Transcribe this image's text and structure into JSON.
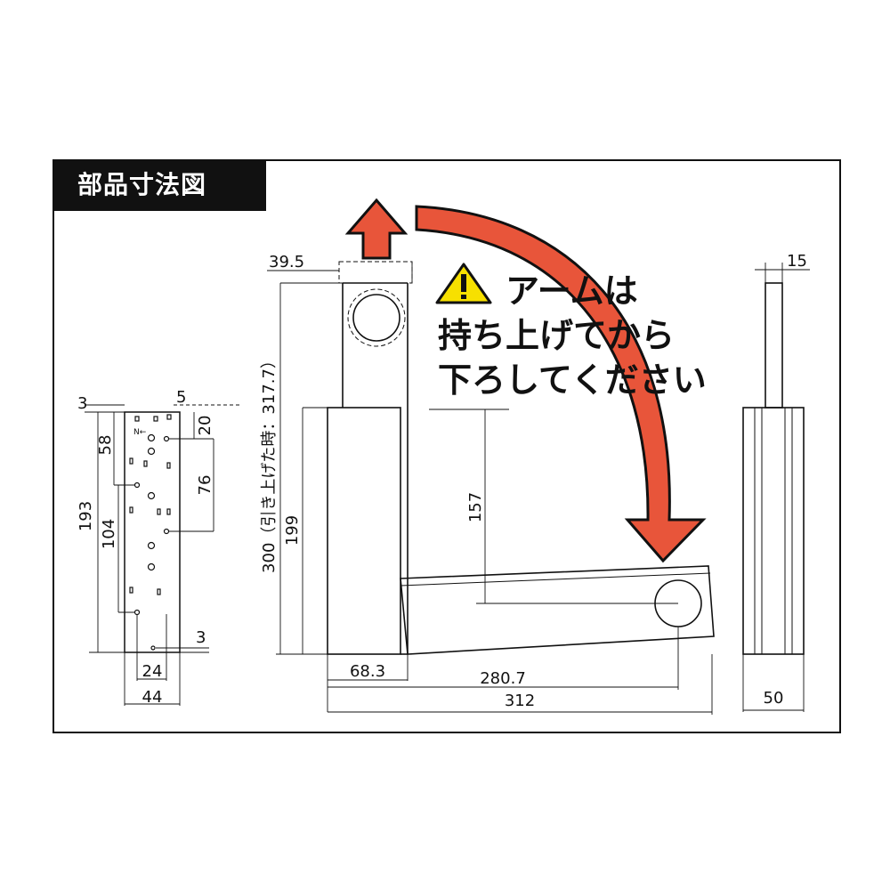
{
  "title": "部品寸法図",
  "caution": {
    "line1": "アームは",
    "line2": "持ち上げてから",
    "line3": "下ろしてください",
    "icon": "warning-icon"
  },
  "colors": {
    "arrow_fill": "#E8553A",
    "outline": "#111111",
    "warning_yellow": "#F7E000"
  },
  "plate_dims": {
    "top_margin": "3",
    "top_right": "5",
    "d20": "20",
    "d58": "58",
    "d76": "76",
    "d193": "193",
    "d104": "104",
    "bottom_margin": "3",
    "width_inner": "24",
    "width_outer": "44"
  },
  "front_dims": {
    "top_width": "39.5",
    "total_height": "300（引き上げた時：317.7）",
    "body_height": "199",
    "arm_height": "157",
    "body_width": "68.3",
    "arm_reach": "280.7",
    "total_width": "312"
  },
  "side_dims": {
    "arm_thickness": "15",
    "depth": "50"
  }
}
